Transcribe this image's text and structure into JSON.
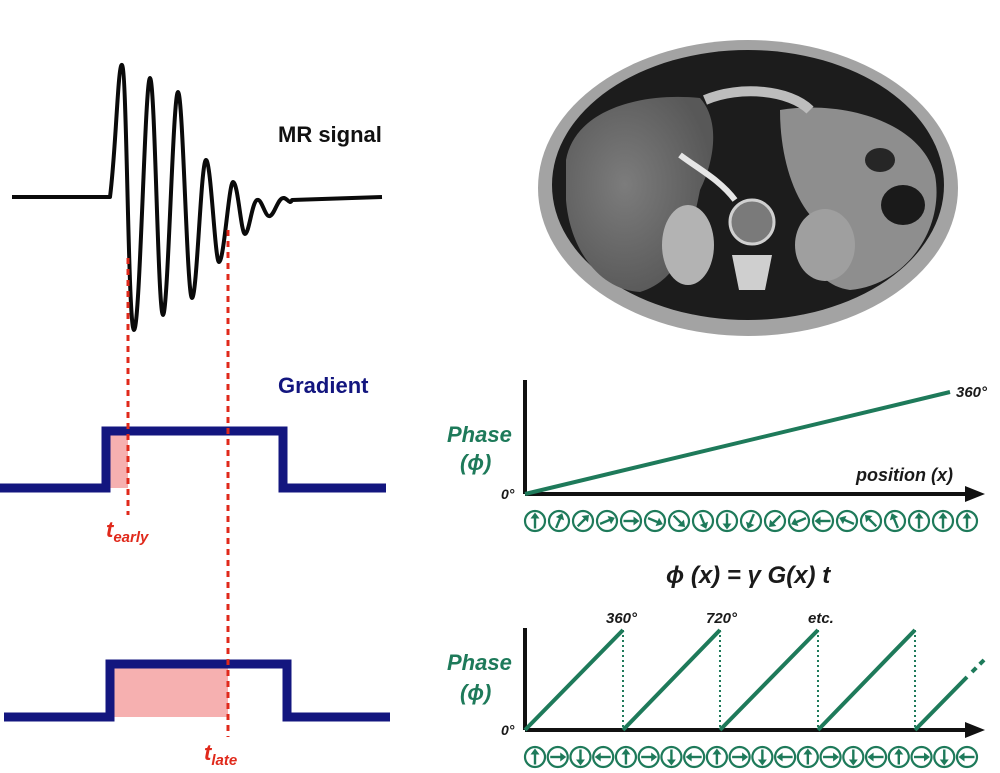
{
  "labels": {
    "mr_signal": "MR signal",
    "gradient": "Gradient",
    "t_early_main": "t",
    "t_early_sub": "early",
    "t_late_main": "t",
    "t_late_sub": "late",
    "phase": "Phase",
    "phi_paren": "(ϕ)",
    "position": "position (x)",
    "zero_deg": "0°",
    "deg_360": "360°",
    "deg_720": "720°",
    "etc": "etc.",
    "equation": "ϕ (x) = γ G(x) t"
  },
  "colors": {
    "signal": "#0a0a0a",
    "gradient": "#13167f",
    "marker": "#e0291b",
    "area": "#f6b0b0",
    "phase": "#1e7a5a"
  },
  "arrow_rows": {
    "linear": [
      0,
      22.5,
      45,
      67.5,
      90,
      112.5,
      135,
      157.5,
      180,
      202.5,
      225,
      247.5,
      270,
      292.5,
      315,
      337.5,
      360,
      0,
      0
    ],
    "wrapped": [
      0,
      90,
      180,
      270,
      0,
      90,
      180,
      270,
      0,
      90,
      180,
      270,
      0,
      90,
      180,
      270,
      0,
      90,
      180,
      270
    ]
  }
}
